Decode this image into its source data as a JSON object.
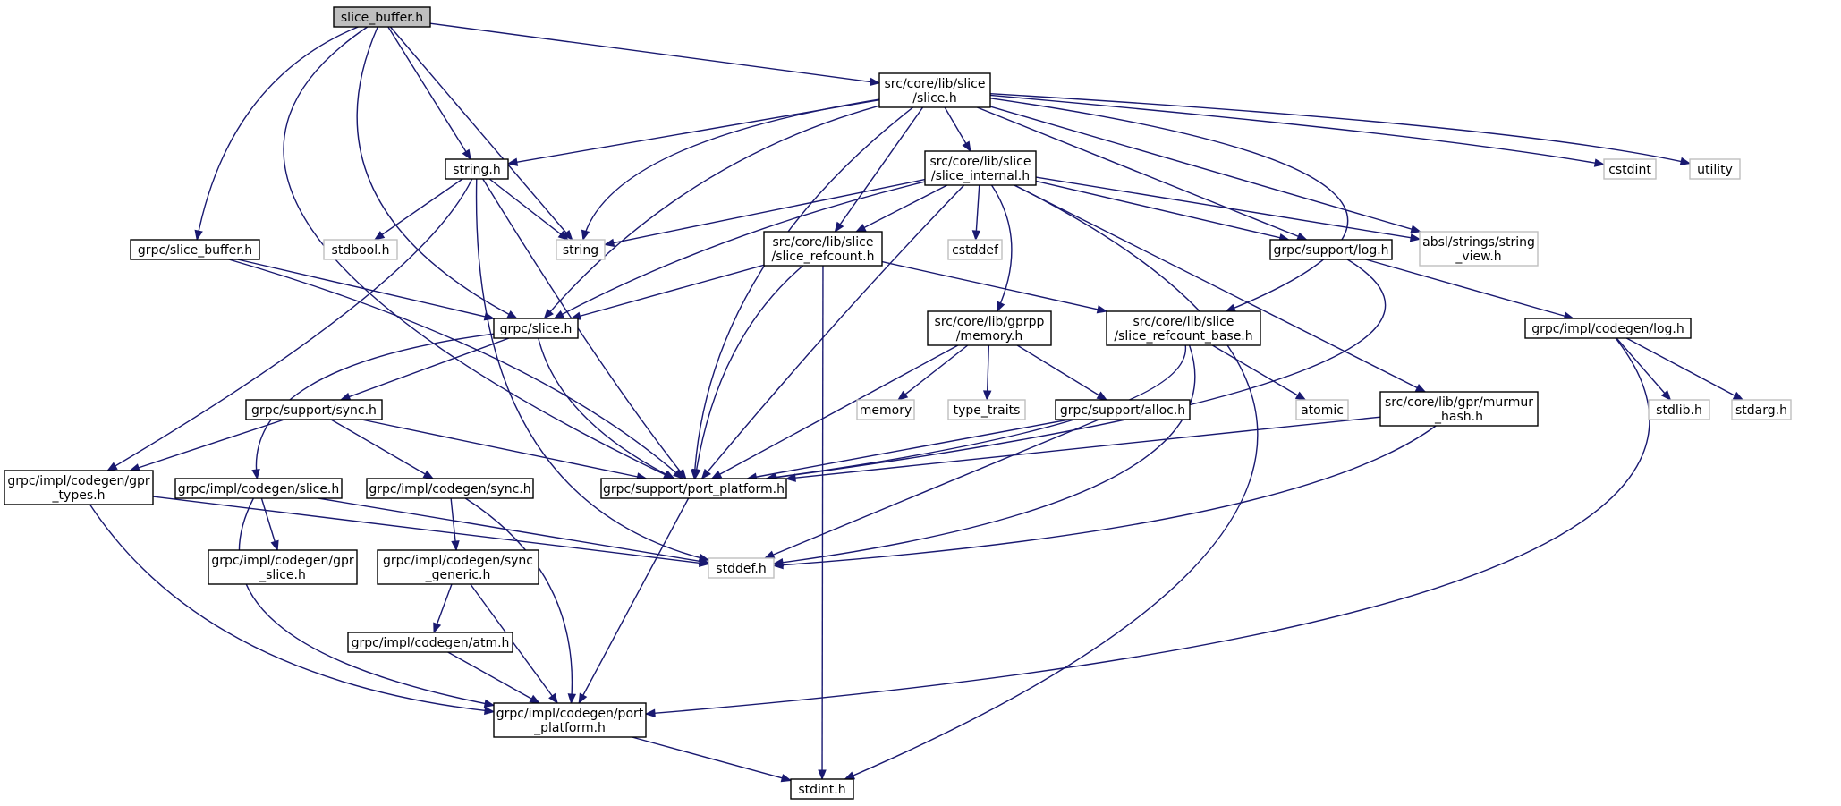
{
  "colors": {
    "edge": "#191970",
    "node_border": "#000000",
    "node_border_external": "#bfbfbf",
    "root_fill": "#bfbfbf",
    "node_fill": "#ffffff"
  },
  "nodes": [
    {
      "id": "slice_buffer_h",
      "lines": [
        "slice_buffer.h"
      ],
      "kind": "root"
    },
    {
      "id": "core_slice_h",
      "lines": [
        "src/core/lib/slice",
        "/slice.h"
      ],
      "kind": "internal"
    },
    {
      "id": "string_h",
      "lines": [
        "string.h"
      ],
      "kind": "internal"
    },
    {
      "id": "slice_internal_h",
      "lines": [
        "src/core/lib/slice",
        "/slice_internal.h"
      ],
      "kind": "internal"
    },
    {
      "id": "cstdint",
      "lines": [
        "cstdint"
      ],
      "kind": "external"
    },
    {
      "id": "utility",
      "lines": [
        "utility"
      ],
      "kind": "external"
    },
    {
      "id": "grpc_slice_buffer_h",
      "lines": [
        "grpc/slice_buffer.h"
      ],
      "kind": "internal"
    },
    {
      "id": "stdbool_h",
      "lines": [
        "stdbool.h"
      ],
      "kind": "external"
    },
    {
      "id": "string",
      "lines": [
        "string"
      ],
      "kind": "external"
    },
    {
      "id": "slice_refcount_h",
      "lines": [
        "src/core/lib/slice",
        "/slice_refcount.h"
      ],
      "kind": "internal"
    },
    {
      "id": "cstddef",
      "lines": [
        "cstddef"
      ],
      "kind": "external"
    },
    {
      "id": "support_log_h",
      "lines": [
        "grpc/support/log.h"
      ],
      "kind": "internal"
    },
    {
      "id": "string_view_h",
      "lines": [
        "absl/strings/string",
        "_view.h"
      ],
      "kind": "external"
    },
    {
      "id": "grpc_slice_h",
      "lines": [
        "grpc/slice.h"
      ],
      "kind": "internal"
    },
    {
      "id": "gprpp_memory_h",
      "lines": [
        "src/core/lib/gprpp",
        "/memory.h"
      ],
      "kind": "internal"
    },
    {
      "id": "slice_refcount_base_h",
      "lines": [
        "src/core/lib/slice",
        "/slice_refcount_base.h"
      ],
      "kind": "internal"
    },
    {
      "id": "codegen_log_h",
      "lines": [
        "grpc/impl/codegen/log.h"
      ],
      "kind": "internal"
    },
    {
      "id": "support_sync_h",
      "lines": [
        "grpc/support/sync.h"
      ],
      "kind": "internal"
    },
    {
      "id": "memory",
      "lines": [
        "memory"
      ],
      "kind": "external"
    },
    {
      "id": "type_traits",
      "lines": [
        "type_traits"
      ],
      "kind": "external"
    },
    {
      "id": "support_alloc_h",
      "lines": [
        "grpc/support/alloc.h"
      ],
      "kind": "internal"
    },
    {
      "id": "atomic",
      "lines": [
        "atomic"
      ],
      "kind": "external"
    },
    {
      "id": "murmur_hash_h",
      "lines": [
        "src/core/lib/gpr/murmur",
        "_hash.h"
      ],
      "kind": "internal"
    },
    {
      "id": "stdlib_h",
      "lines": [
        "stdlib.h"
      ],
      "kind": "external"
    },
    {
      "id": "stdarg_h",
      "lines": [
        "stdarg.h"
      ],
      "kind": "external"
    },
    {
      "id": "gpr_types_h",
      "lines": [
        "grpc/impl/codegen/gpr",
        "_types.h"
      ],
      "kind": "internal"
    },
    {
      "id": "codegen_slice_h",
      "lines": [
        "grpc/impl/codegen/slice.h"
      ],
      "kind": "internal"
    },
    {
      "id": "codegen_sync_h",
      "lines": [
        "grpc/impl/codegen/sync.h"
      ],
      "kind": "internal"
    },
    {
      "id": "port_platform_h",
      "lines": [
        "grpc/support/port_platform.h"
      ],
      "kind": "internal"
    },
    {
      "id": "gpr_slice_h",
      "lines": [
        "grpc/impl/codegen/gpr",
        "_slice.h"
      ],
      "kind": "internal"
    },
    {
      "id": "sync_generic_h",
      "lines": [
        "grpc/impl/codegen/sync",
        "_generic.h"
      ],
      "kind": "internal"
    },
    {
      "id": "stddef_h",
      "lines": [
        "stddef.h"
      ],
      "kind": "external"
    },
    {
      "id": "atm_h",
      "lines": [
        "grpc/impl/codegen/atm.h"
      ],
      "kind": "internal"
    },
    {
      "id": "codegen_port_platform_h",
      "lines": [
        "grpc/impl/codegen/port",
        "_platform.h"
      ],
      "kind": "internal"
    },
    {
      "id": "stdint_h",
      "lines": [
        "stdint.h"
      ],
      "kind": "internal"
    }
  ]
}
